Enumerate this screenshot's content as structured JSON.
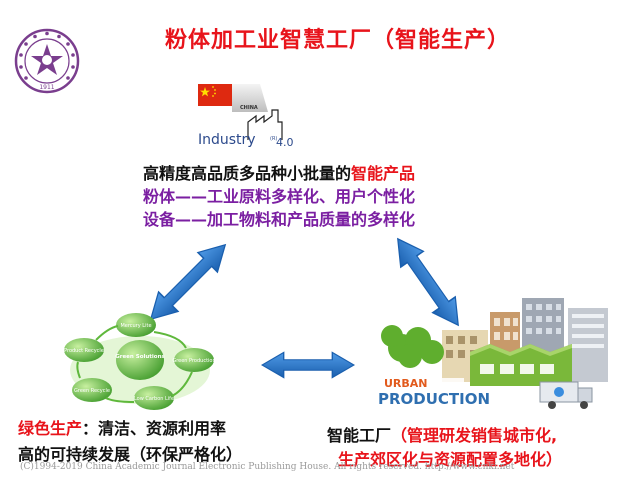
{
  "title": "粉体加工业智慧工厂（智能生产）",
  "logo": {
    "text": "1911"
  },
  "badge": {
    "country_label": "CHINA",
    "industry_label": "Industry",
    "version": "4.0",
    "mark": "(R)"
  },
  "center": {
    "line1_prefix": "高精度高品质多品种小批量的",
    "line1_highlight": "智能产品",
    "line2": "粉体——工业原料多样化、用户个性化",
    "line3": "设备——加工物料和产品质量的多样化"
  },
  "green_cycle": {
    "center_label": "Green Solutions",
    "nodes": [
      "Mercury Lite",
      "Green Production",
      "Low Carbon Life",
      "Green Recycle",
      "Product Recycle"
    ]
  },
  "urban": {
    "line1": "URBAN",
    "line2": "PRODUCTION"
  },
  "captions": {
    "left_red": "绿色生产",
    "left_rest": "：清洁、资源利用率",
    "left_line2": "高的可持续发展（环保严格化）",
    "right_black": "智能工厂",
    "right_red": "（管理研发销售城市化,",
    "right_line2": "生产郊区化与资源配置多地化）"
  },
  "copyright": "(C)1994-2019 China Academic Journal Electronic Publishing House. All rights reserved.    http://www.cnki.net",
  "colors": {
    "title_red": "#e8141b",
    "purple": "#7b1fa2",
    "arrow_blue": "#1e6fc0",
    "green": "#6cc04a"
  }
}
